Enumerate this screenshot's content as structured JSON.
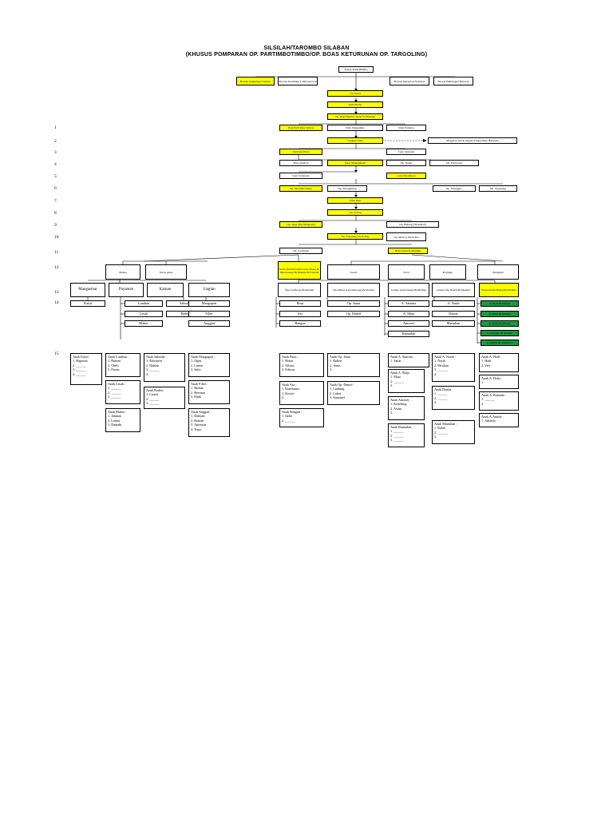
{
  "title": {
    "line1": "SILSILAH/TAROMBO SILABAN",
    "line2": "(KHUSUS POMPARAN OP. PARTIMBOTIMBO/OP. BOAS KETURUNAN OP. TARGOLING)"
  },
  "row_numbers": [
    "1",
    "2",
    "3",
    "4",
    "5",
    "6",
    "7",
    "8",
    "9",
    "10",
    "11",
    "12",
    "13",
    "14",
    "15"
  ],
  "nodes": {
    "raja_sirumbing": "TOGA SIRUMBING",
    "borsak_jungjungan": "Borsak Jungjungan Silaban",
    "borsak_sirumbing": "Borsak Sirumbing Lumbantoruan",
    "borsak_mangatasi": "Borsak Mangatasi Nababan",
    "borsak_bimbingan": "Borsak Bimbingan Hutasoit",
    "op_pintu": "Op. Pintu",
    "datu_bolon": "Datu Bolon",
    "op_raja_hombar": "Op. Raja Humbar Jaean Sa Habiaan",
    "datu_palti_raja": "Datu Palti Raja Silabau",
    "datu_mangambe": "Datu Mangambe",
    "datu_pulunan": "Datu Pulunan",
    "sangkar_tuka": "Sangkar Tuka",
    "margabar_note": "Margabar dolok siagkar Pangaraman Habalaan",
    "marhang_hosu": "Marhang Hosu",
    "tuan_sampulu": "Tuan Sampulu",
    "datu_sulaban": "Datu Sulaban",
    "guru_sitanggarum": "Guru Sitanggarum",
    "op_datuu": "Op. Datuu",
    "op_parbotaan": "Op. Parbotaan",
    "guru_somatean": "Guru Somatean",
    "guru_sinalingon": "Guru Sinalingon",
    "op_martimbotimbo": "Op. Martimbotimbo",
    "op_situngkiling": "Op. Situngkiling",
    "op_sitanggiro": "Op. Sitanggiro",
    "op_siopateng": "Op. Siopateng",
    "datu_raja": "Datu Raja",
    "op_soling": "Op. Soling",
    "op_raja_mangatasi": "Op. Jagar Pitu Mangatasi",
    "op_bulung": "Op. Bulung (Silanduan)",
    "op_targoling": "Op. Targoling (Sr Porlis)",
    "op_martop": "Op. Martop Dtsan Tua",
    "op_soadugan": "Op. Soadugan",
    "datu_guru": "Datu Guru (Sr.Manulu)",
    "mabua": "Mabua",
    "tubas_anten": "Tubas anten",
    "sodul": "Sadul (Partimbotimbo Op. Boas) Sr. Siboruluang Br.Manulu Br.Sianam",
    "saudo": "Saudo",
    "sayit": "Sayit",
    "baringin": "Baringin",
    "bangunin": "Bangunin",
    "mangasinar": "Mangasinar",
    "payaman": "Payaman",
    "kainan": "Kainan",
    "liagian": "Liagian",
    "suha": "Suha (A.Boas) Br.Manulu",
    "op_ombas": "Op.Ombas (Op.Limbong) Br.Silaban",
    "jerinko": "Jerinko (Op.Saurna) Br.Manulu",
    "janaka": "Janaka (Op.Nasib) Br.Manulu",
    "parsuan": "Parsuan (Op.Hadi) Br.Tiurinda",
    "kaful": "Kaful",
    "lumban": "Lumban",
    "sahudat": "Sahudat",
    "mangapon": "Mangapon",
    "lasak": "Lasak",
    "raden": "Raden",
    "filter": "Filter",
    "blaker": "Blaker",
    "anggiat": "Anggiat",
    "boas": "Boas",
    "op_janas": "Op. Janas",
    "a_saurma": "A. Saurma",
    "a_nasib": "A. Nasib",
    "aso": "Aso",
    "op_daniel": "Op. Daniel",
    "a_maja": "A. Maja",
    "daulat": "Daulat",
    "bangun": "Bangun",
    "amoner": "Amoner",
    "martuhan": "Martuhan",
    "ramudan": "Ramudan",
    "g1": "A. Hadi Br.Silaban",
    "g2": "A. Danu Br.Manulu",
    "g3": "A. Dolin Br.Silaban",
    "g4": "A. Ramudo Br.Manulu",
    "g5": "A. Amida Br.Simamora"
  },
  "lists": [
    {
      "key": "kaful",
      "title": "Anak Kaful",
      "items": [
        "1. Hapasan",
        "2. ______",
        "3. ______",
        "4. ______"
      ]
    },
    {
      "key": "lumban",
      "title": "Anak Lumban :",
      "items": [
        "1. Batuan",
        "2. Obeli",
        "3. Pintus"
      ]
    },
    {
      "key": "sahudat",
      "title": "Anak Sahudat :",
      "items": [
        "1. Maximen",
        "2. Dahlan",
        "3. ______",
        "4."
      ]
    },
    {
      "key": "mangapon",
      "title": "Anak Mangapon :",
      "items": [
        "1. Ogen",
        "2. Linton",
        "3. Saho"
      ]
    },
    {
      "key": "lasak",
      "title": "Anak Lasak :",
      "items": [
        "1. ______",
        "2. ______",
        "3. ______"
      ]
    },
    {
      "key": "raden",
      "title": "Anak Raden :",
      "items": [
        "1. Liojeti",
        "2. ______",
        "3. ______"
      ]
    },
    {
      "key": "filter",
      "title": "Anak Filter :",
      "items": [
        "1. Hotbar",
        "2. Herman",
        "3. Elida"
      ]
    },
    {
      "key": "blaker",
      "title": "Anak Blaker :",
      "items": [
        "1. Janman",
        "2. Lamsa",
        "3. Daniahi"
      ]
    },
    {
      "key": "anggiat",
      "title": "Anak Anggiat :",
      "items": [
        "1. Dalman",
        "2. Batuan",
        "3. Antonius",
        "4. Topu"
      ]
    },
    {
      "key": "boas",
      "title": "Anak Boas :",
      "items": [
        "1. Bonar",
        "2. Alfnus",
        "3. Edison"
      ]
    },
    {
      "key": "op_janas",
      "title": "Anak Op. Janas",
      "items": [
        "1. Ruben",
        "2. Jonas",
        "3."
      ]
    },
    {
      "key": "a_saurma",
      "title": "Anak A. Saurma :",
      "items": [
        "1. Sahat"
      ]
    },
    {
      "key": "a_nasib",
      "title": "Anak A. Nasib :",
      "items": [
        "1. Nasib",
        "2. Parulian",
        "3. ______",
        "4."
      ]
    },
    {
      "key": "a_hadi",
      "title": "Anak A. Hadi :",
      "items": [
        "1. Hadi",
        "2. Vari"
      ]
    },
    {
      "key": "a_maja",
      "title": "Anak A. Maja :",
      "items": [
        "1. Maja",
        "2. ______",
        "3."
      ]
    },
    {
      "key": "aso",
      "title": "Anak Aso :",
      "items": [
        "1. Kombuner",
        "2. Koster",
        "3."
      ]
    },
    {
      "key": "op_daniel",
      "title": "Anak Op. Daniel :",
      "items": [
        "1. Lindung",
        "2. Luhut",
        "3. Simatuel"
      ]
    },
    {
      "key": "a_delia",
      "title": "Anak A. Delia :",
      "items": [
        "1."
      ]
    },
    {
      "key": "daulat",
      "title": "Anak Daulat :",
      "items": [
        "1. ______",
        "2. ______",
        "3."
      ]
    },
    {
      "key": "amoner",
      "title": "Anak Amoner :",
      "items": [
        "1. Kenebing",
        "2. Asdar",
        "3."
      ]
    },
    {
      "key": "a_ramudo",
      "title": "Anak A. Ramudo :",
      "items": [
        "1. ______",
        "2."
      ]
    },
    {
      "key": "bangun",
      "title": "Anak Bangun :",
      "items": [
        "1. Indra",
        "2. ______"
      ]
    },
    {
      "key": "a_amida",
      "title": "Anak A.Amida :",
      "items": [
        "1. Juliardo"
      ]
    },
    {
      "key": "martuhan",
      "title": "Anak Martuhan :",
      "items": [
        "1. Kaleb",
        "2. ______",
        "3."
      ]
    },
    {
      "key": "ramudan",
      "title": "Anak Ramudan :",
      "items": [
        "1. ______",
        "2. ______",
        "3. ______"
      ]
    }
  ]
}
